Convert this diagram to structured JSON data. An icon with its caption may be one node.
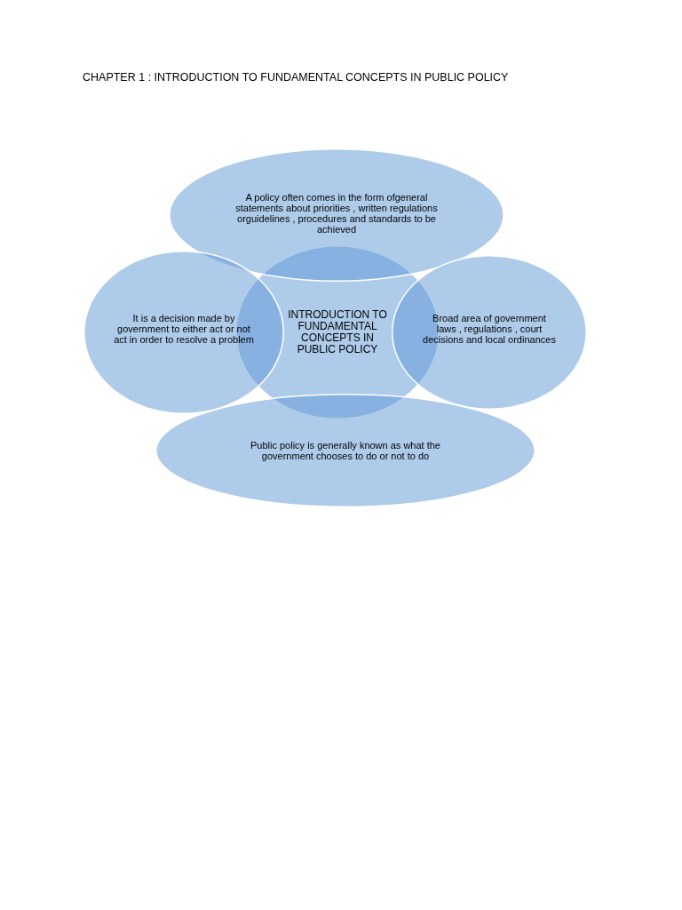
{
  "diagram": {
    "title": "CHAPTER 1 : INTRODUCTION TO FUNDAMENTAL CONCEPTS IN PUBLIC POLICY",
    "nodes": [
      {
        "text": [
          "INTRODUCTION TO FUNDAMENTAL CONCEPTS IN PUBLIC POLICY"
        ]
      },
      {
        "text": [
          "A policy often comes in the form ofgeneral statements about priorities , written regulations orguidelines , procedures and standards to be achieved"
        ]
      },
      {
        "text": [
          "It is a decision made by government to either act or not act in order to resolve a problem"
        ]
      },
      {
        "text": [
          "Broad area of government laws , regulations , court decisions and local ordinances"
        ]
      },
      {
        "text": [
          "Public policy is generally known as what the government chooses to do or not to do"
        ]
      }
    ],
    "edges": []
  }
}
